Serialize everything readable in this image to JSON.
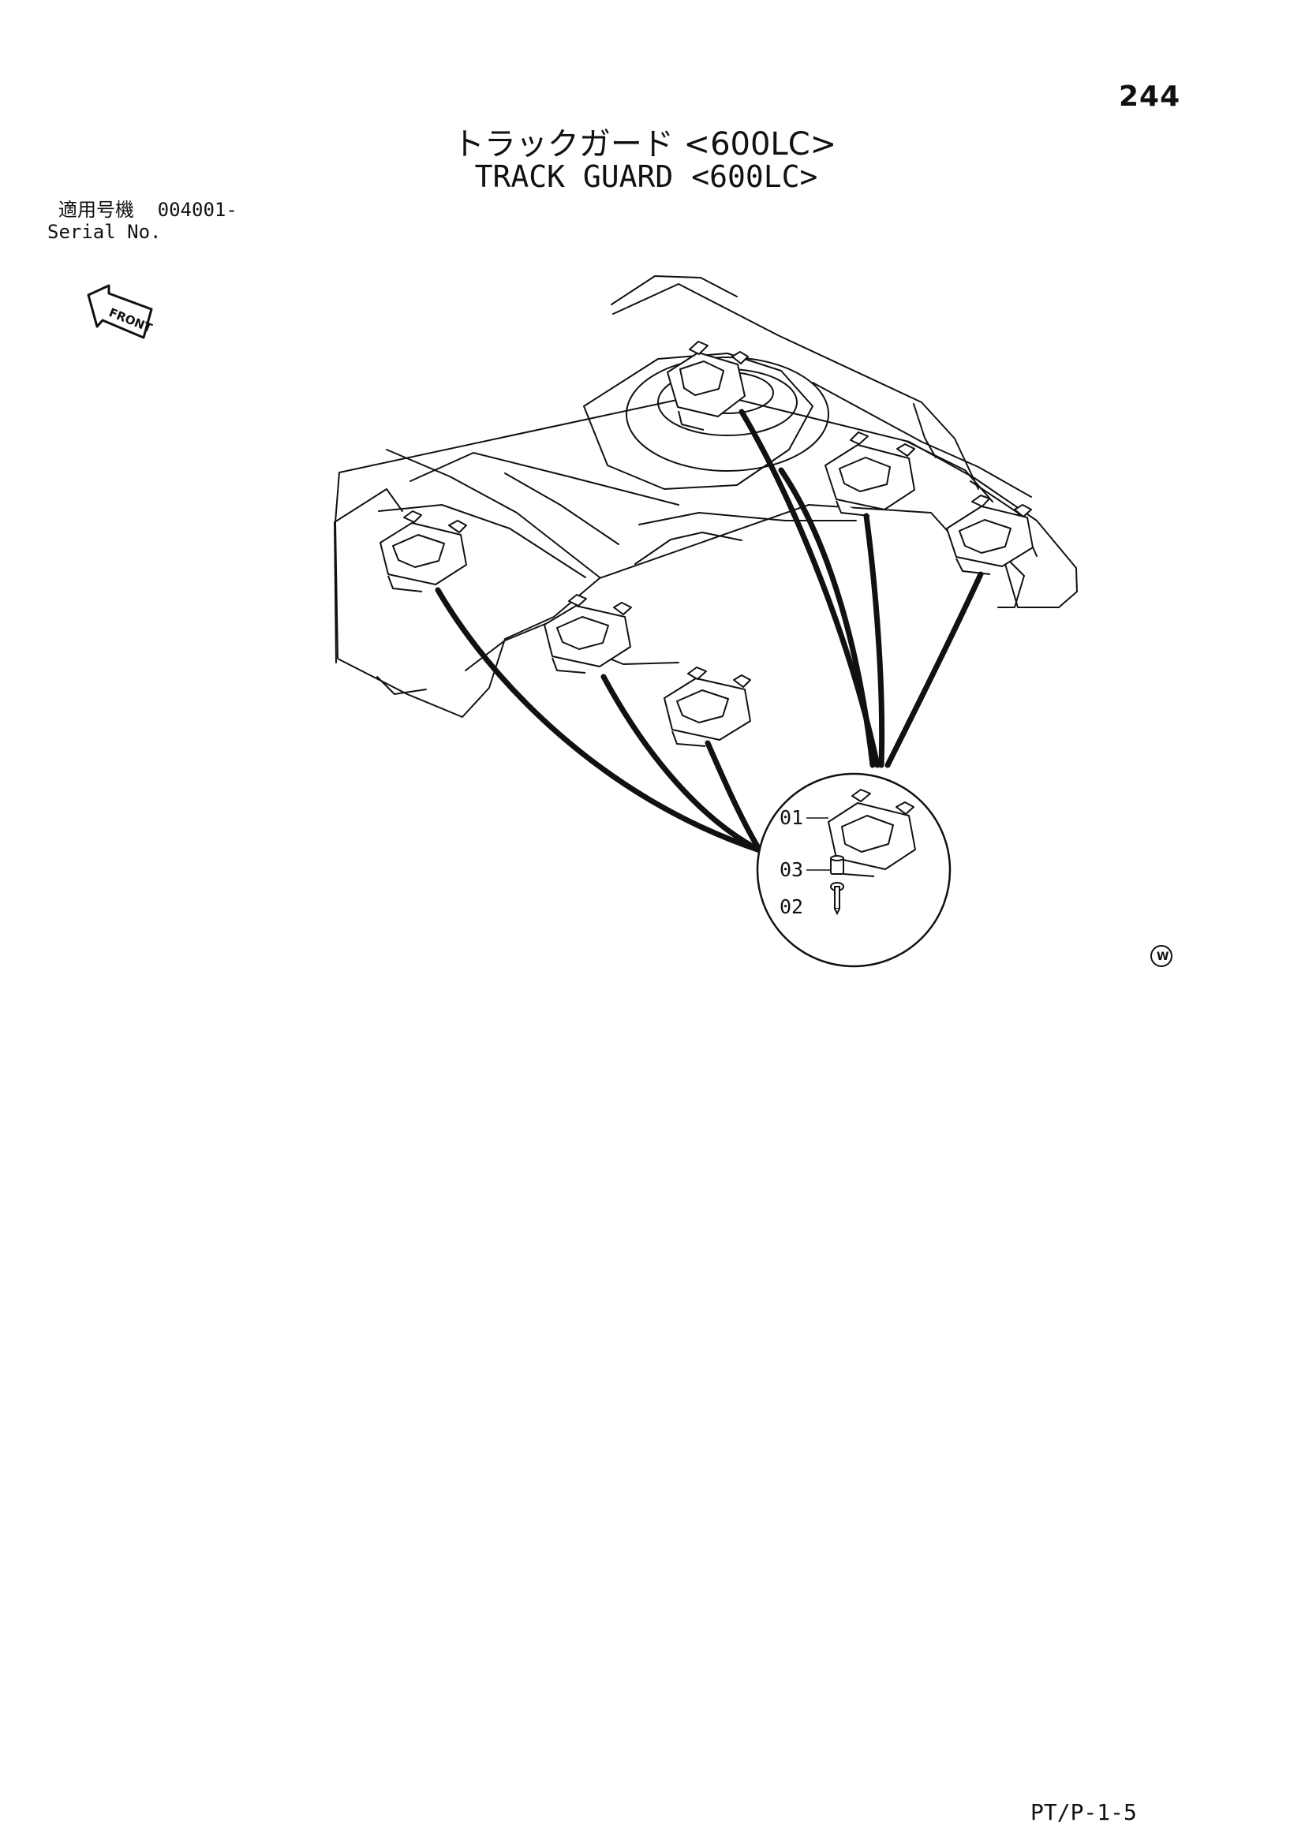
{
  "page": {
    "number": "244",
    "title_jp": "トラックガード <600LC>",
    "title_en": "TRACK GUARD <600LC>",
    "footer_code": "PT/P-1-5"
  },
  "serial": {
    "label_jp": "適用号機",
    "range": "004001-",
    "label_en": "Serial No."
  },
  "diagram": {
    "front_label": "FRONT",
    "mark_label": "W",
    "callouts": [
      "01",
      "03",
      "02"
    ]
  },
  "colors": {
    "line": "#111111",
    "background": "#ffffff"
  }
}
